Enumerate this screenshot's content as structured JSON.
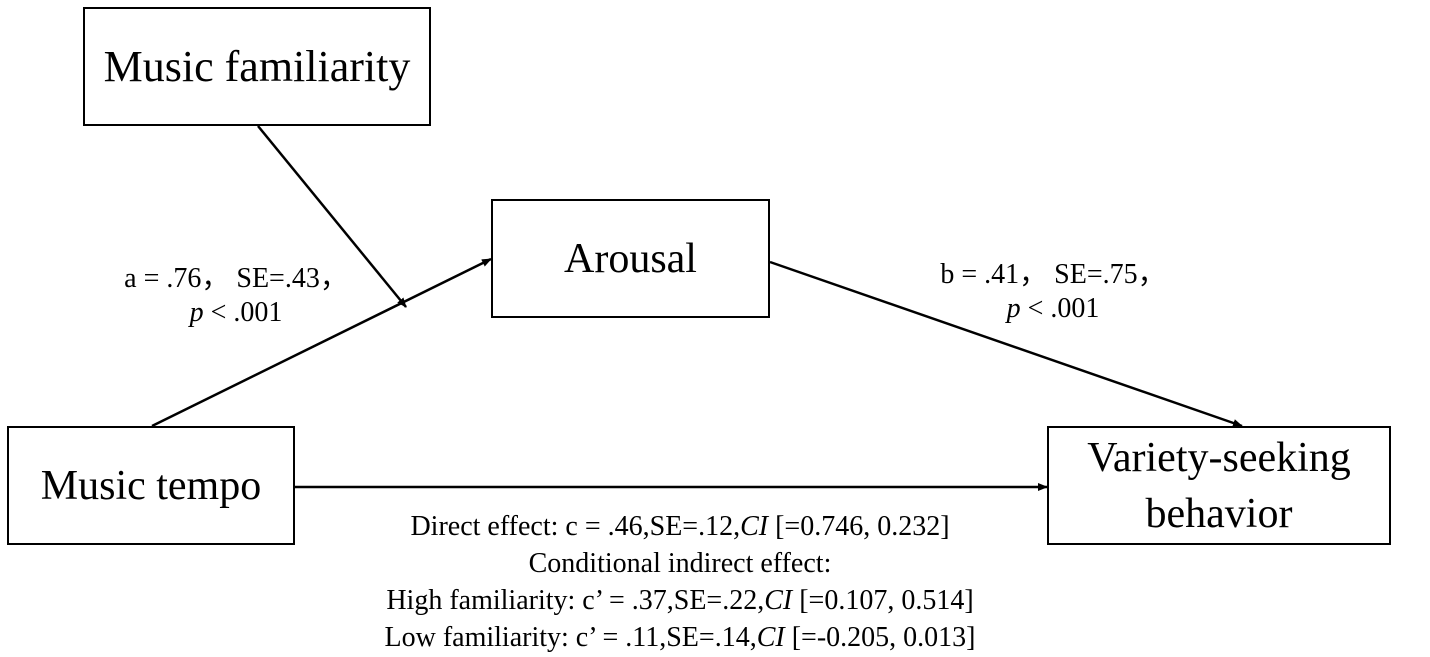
{
  "nodes": {
    "familiarity": "Music familiarity",
    "arousal": "Arousal",
    "tempo": "Music tempo",
    "variety_line1": "Variety-seeking",
    "variety_line2": "behavior"
  },
  "paths": {
    "a": {
      "line1": "a = .76，  SE=.43，",
      "p_symbol": "p",
      "p_value": " < .001"
    },
    "b": {
      "line1": "b = .41，  SE=.75，",
      "p_symbol": "p",
      "p_value": " < .001"
    }
  },
  "effects": {
    "direct_prefix": "Direct effect: c = .46,SE=.12,",
    "direct_ci_symbol": "CI",
    "direct_ci": " [=0.746, 0.232]",
    "conditional_heading": "Conditional indirect effect:",
    "high_prefix": "High familiarity: c’ = .37,SE=.22,",
    "high_ci_symbol": "CI",
    "high_ci": " [=0.107, 0.514]",
    "low_prefix": "Low familiarity: c’ = .11,SE=.14,",
    "low_ci_symbol": "CI",
    "low_ci": " [=-0.205, 0.013]"
  }
}
